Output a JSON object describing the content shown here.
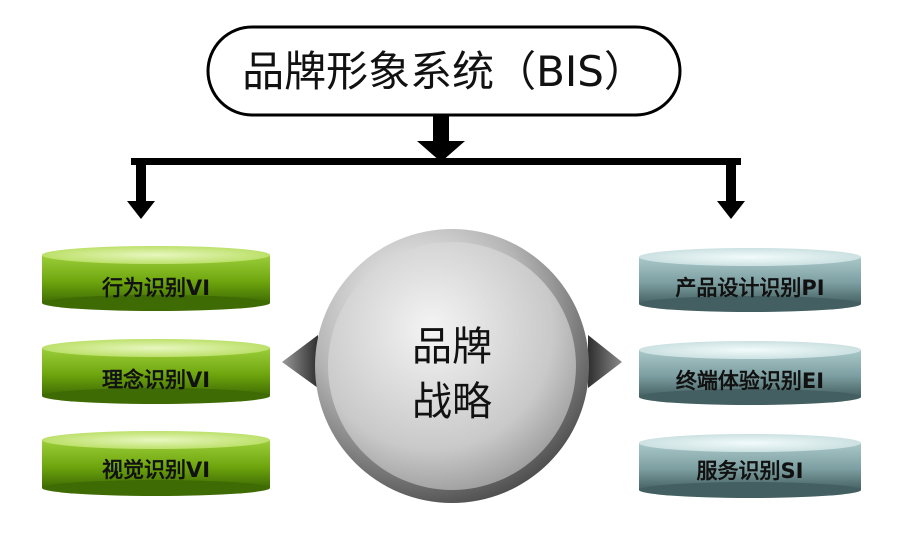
{
  "title": "品牌形象系统（BIS）",
  "center": {
    "line1": "品牌",
    "line2": "战略"
  },
  "left_items": [
    {
      "label": "行为识别VI"
    },
    {
      "label": "理念识别VI"
    },
    {
      "label": "视觉识别VI"
    }
  ],
  "right_items": [
    {
      "label": "产品设计识别PI"
    },
    {
      "label": "终端体验识别EI"
    },
    {
      "label": "服务识别SI"
    }
  ],
  "colors": {
    "left_disc": "#7fb51c",
    "right_disc": "#8aaeb1",
    "center_circle": "#c8c8c8",
    "arrows": "#000000"
  }
}
